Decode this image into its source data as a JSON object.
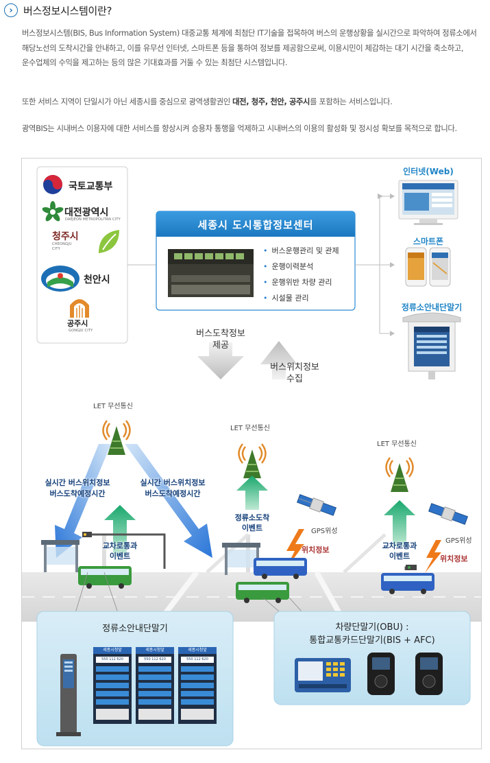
{
  "header": {
    "title": "버스정보시스템이란?",
    "icon": "chevron-right-circle-icon"
  },
  "intro": {
    "p1": "버스정보시스템(BIS, Bus Information System) 대중교통 체계에 최첨단 IT기술을 접목하여 버스의 운행상황을 실시간으로 파악하여 정류소에서 해당노선의 도착시간을 안내하고, 이를 유무선 인터넷, 스마트폰 등을 통하여 정보를 제공함으로써, 이용시민이 체감하는 대기 시간을 축소하고, 운수업체의 수익을 제고하는 등의 많은 기대효과를 거둘 수 있는 최첨단 시스템입니다.",
    "p2_before": "또한 서비스 지역이 단일시가 아닌 세종시를 중심으로 광역생활권인 ",
    "p2_cities": "대전, 청주, 천안, 공주시",
    "p2_after": "를 포함하는 서비스입니다.",
    "p3": "광역BIS는 시내버스 이용자에 대한 서비스를 향상시켜 승용차 통행을 억제하고 시내버스의 이용의 활성화 및 정시성 확보를 목적으로 합니다."
  },
  "diagram": {
    "logos": {
      "molit": "국토교통부",
      "daejeon": "대전광역시",
      "daejeon_sub": "DAEJEON METROPOLITAN CITY",
      "cheongju": "청주시",
      "cheongju_sub": "CHEONGJU CITY",
      "cheonan": "천안시",
      "gongju": "공주시",
      "gongju_sub": "GONGJU CITY"
    },
    "center": {
      "title": "세종시 도시통합정보센터",
      "bullets": [
        "버스운행관리 및 관제",
        "운행이력분석",
        "운행위반 차량 관리",
        "시설물 관리"
      ]
    },
    "outputs": {
      "web": "인터넷(Web)",
      "smartphone": "스마트폰",
      "stop_terminal": "정류소안내단말기"
    },
    "flows": {
      "arrival_l1": "버스도착정보",
      "arrival_l2": "제공",
      "location_l1": "버스위치정보",
      "location_l2": "수집"
    },
    "field": {
      "let": "LET 무선통신",
      "gps": "GPS위성",
      "realtime_l1": "실시간 버스위치정보",
      "realtime_l2": "버스도착예정시간",
      "intersection_l1": "교차로통과",
      "intersection_l2": "이벤트",
      "stop_arrival_l1": "정류소도착",
      "stop_arrival_l2": "이벤트",
      "position": "위치정보"
    },
    "bottom": {
      "terminal_title": "정류소안내단말기",
      "obu_title_l1": "차량단말기(OBU) :",
      "obu_title_l2": "통합교통카드단말기(BIS + AFC)",
      "screen_header": "세종시청앞",
      "screen_num": "550  112  620"
    },
    "colors": {
      "center_blue": "#1f84c6",
      "arrow_blue": "#2b82d9",
      "arrow_green": "#27b27a",
      "bus_green": "#3a9a3e",
      "bus_blue": "#2f62c2",
      "tower": "#3e7a2c",
      "lightning": "#ee7a1a"
    }
  }
}
